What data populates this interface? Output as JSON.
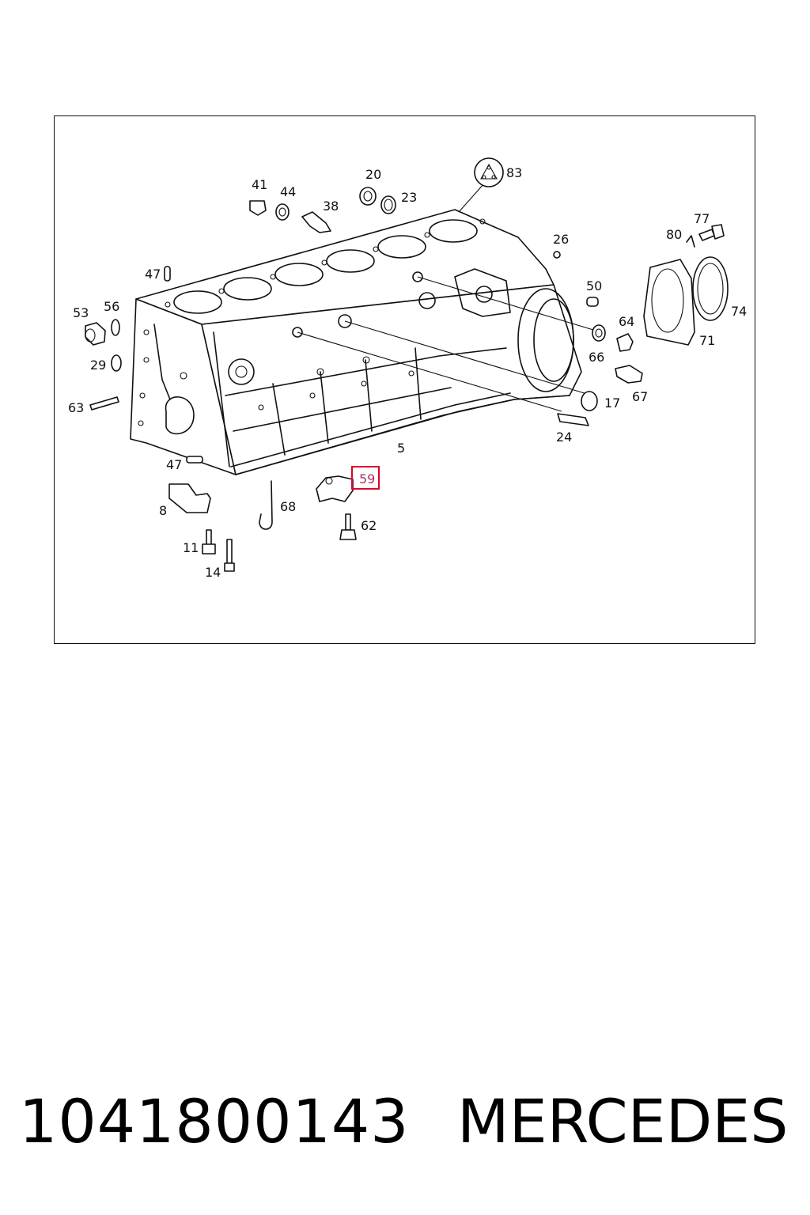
{
  "diagram": {
    "callouts": {
      "c83": "83",
      "c20": "20",
      "c23": "23",
      "c41": "41",
      "c44": "44",
      "c38": "38",
      "c26": "26",
      "c80": "80",
      "c77": "77",
      "c47a": "47",
      "c50": "50",
      "c53": "53",
      "c56": "56",
      "c74": "74",
      "c64": "64",
      "c71": "71",
      "c29": "29",
      "c66": "66",
      "c67": "67",
      "c17": "17",
      "c63": "63",
      "c24": "24",
      "c5": "5",
      "c47b": "47",
      "c59": "59",
      "c68": "68",
      "c8": "8",
      "c62": "62",
      "c11": "11",
      "c14": "14"
    },
    "highlighted": "59",
    "highlight_color": "#e0002a"
  },
  "footer": {
    "part_number": "1041800143",
    "brand": "MERCEDES"
  }
}
